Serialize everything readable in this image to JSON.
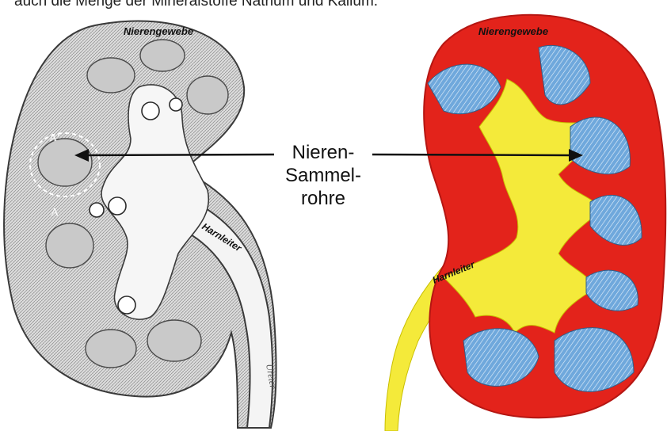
{
  "caption_fragment": "auch die Menge der Mineralstoffe Natrium und Kalium.",
  "left_figure": {
    "tissue_label": "Nierengewebe",
    "ureter_label": "Harnleiter",
    "engraving_marks": [
      "A'",
      "A",
      "Ureter"
    ]
  },
  "right_figure": {
    "tissue_label": "Nierengewebe",
    "ureter_label": "Harnleiter"
  },
  "center_label": {
    "lines": [
      "Nieren-",
      "Sammel-",
      "rohre"
    ]
  },
  "colors": {
    "engraving_fill": "#d9d9d9",
    "engraving_ink": "#3a3a3a",
    "cortex_red": "#e3231b",
    "medulla_blue": "#6fa8dc",
    "pelvis_yellow": "#f4ea3a",
    "arrow": "#111111"
  }
}
